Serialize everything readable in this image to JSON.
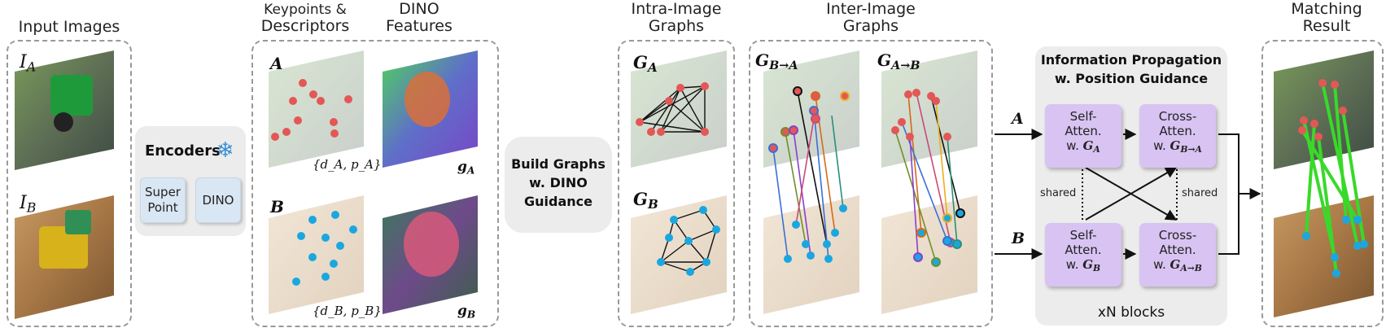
{
  "headers": {
    "input_images": "Input Images",
    "keypoints": "Keypoints &",
    "descriptors": "Descriptors",
    "dino": "DINO",
    "features": "Features",
    "intra1": "Intra-Image",
    "intra2": "Graphs",
    "inter1": "Inter-Image",
    "inter2": "Graphs",
    "matching": "Matching",
    "result": "Result"
  },
  "inputs": {
    "ia": "I",
    "ia_sub": "A",
    "ib": "I",
    "ib_sub": "B"
  },
  "encoders": {
    "title": "Encoders",
    "super_point": "Super Point",
    "dino": "DINO",
    "snowflake": "❄"
  },
  "keypoints_panel": {
    "label_a": "A",
    "label_b": "B",
    "desc_a": "{d_A, p_A}",
    "desc_b": "{d_B, p_B}",
    "feat_a": "g",
    "feat_a_sub": "A",
    "feat_b": "g",
    "feat_b_sub": "B"
  },
  "build_graphs": {
    "line1": "Build Graphs",
    "line2": "w. DINO",
    "line3": "Guidance"
  },
  "intra_panel": {
    "ga": "G",
    "ga_sub": "A",
    "gb": "G",
    "gb_sub": "B"
  },
  "inter_panel": {
    "g_ba": "G",
    "g_ba_sub": "B→A",
    "g_ab": "G",
    "g_ab_sub": "A→B"
  },
  "propagation": {
    "title1": "Information Propagation",
    "title2": "w. Position Guidance",
    "self_a": [
      "Self-",
      "Atten.",
      "w. "
    ],
    "self_a_g": "G",
    "self_a_sub": "A",
    "cross_a": [
      "Cross-",
      "Atten.",
      "w. "
    ],
    "cross_a_g": "G",
    "cross_a_sub": "B→A",
    "self_b": [
      "Self-",
      "Atten.",
      "w. "
    ],
    "self_b_g": "G",
    "self_b_sub": "B",
    "cross_b": [
      "Cross-",
      "Atten.",
      "w. "
    ],
    "cross_b_g": "G",
    "cross_b_sub": "A→B",
    "shared_left": "shared",
    "shared_right": "shared",
    "input_a": "A",
    "input_b": "B",
    "blocks": "xN blocks"
  },
  "colors": {
    "red_point": "#e45757",
    "blue_point": "#1aa7e0",
    "attn_fill": "#d8c3f2",
    "match_line": "#39d92a",
    "encoder_fill": "#d9e6f3"
  }
}
